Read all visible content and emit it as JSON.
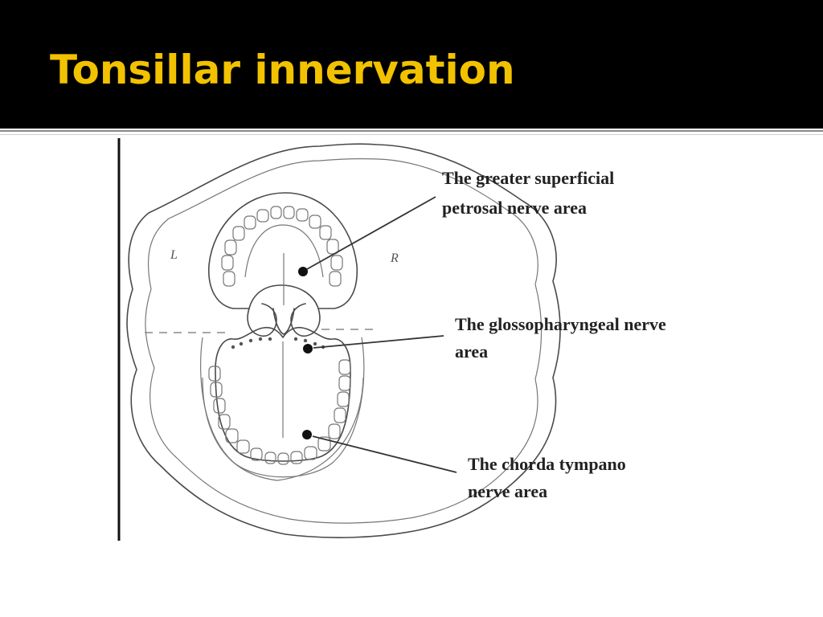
{
  "slide": {
    "title": "Tonsillar innervation",
    "title_color": "#f2c200",
    "header_background": "#000000"
  },
  "diagram": {
    "labels": {
      "greater_superficial_petrosal": [
        "The greater superficial",
        "petrosal nerve area"
      ],
      "glossopharyngeal": [
        "The glossopharyngeal nerve",
        "area"
      ],
      "chorda_tympano": [
        "The chorda tympano",
        "nerve area"
      ]
    },
    "side_marks": {
      "left": "L",
      "right": "R"
    }
  }
}
